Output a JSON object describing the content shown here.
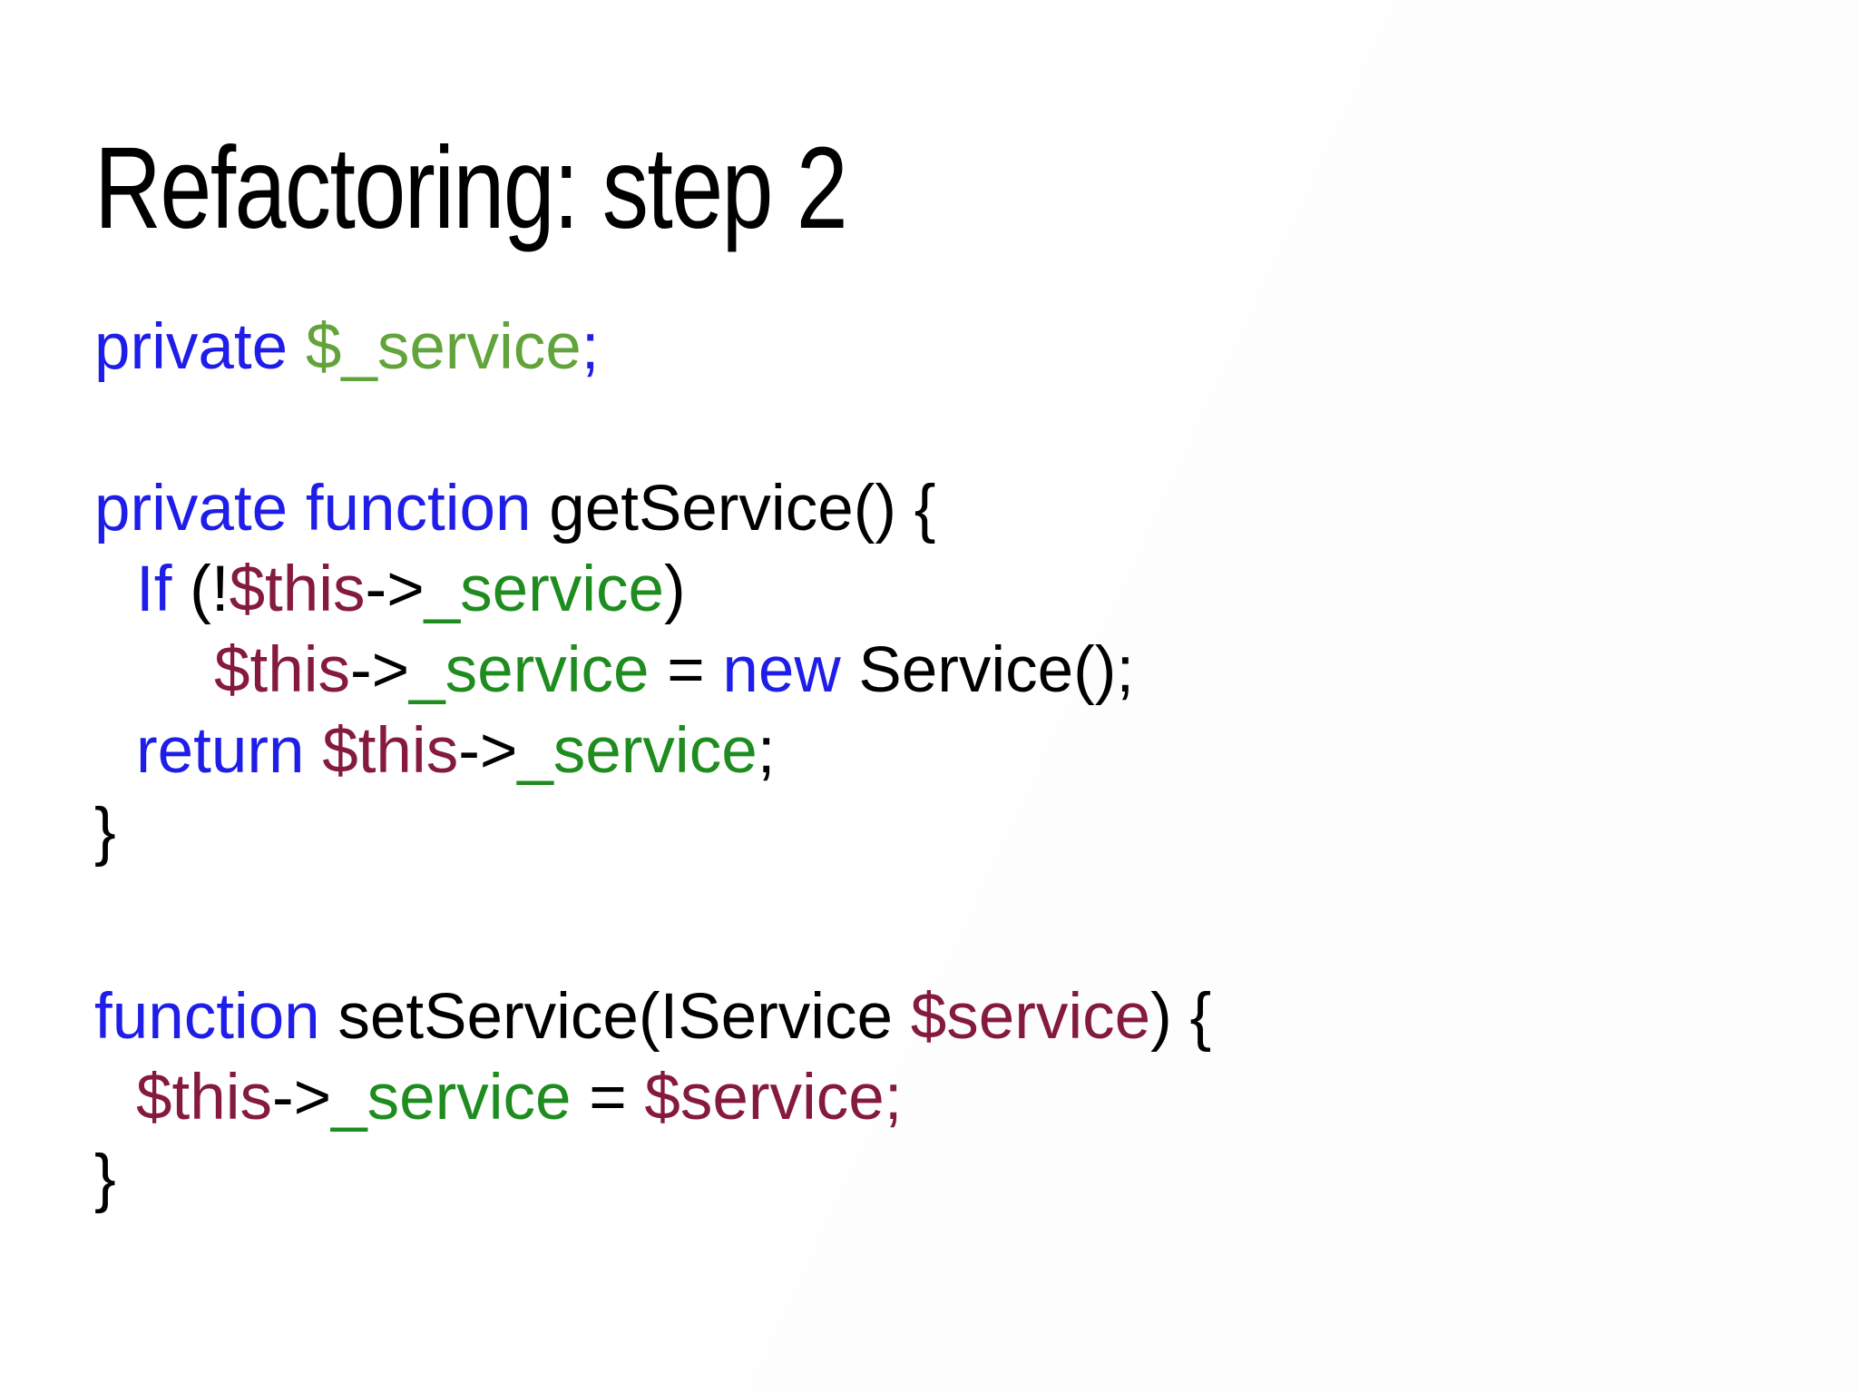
{
  "slide": {
    "title": "Refactoring: step 2"
  },
  "palette": {
    "blue": "#1f1de8",
    "green_light": "#62a43c",
    "green": "#1e8c1e",
    "maroon": "#851b3c",
    "black": "#000000"
  },
  "code": {
    "language": "php",
    "lines": [
      {
        "indent": 0,
        "segments": [
          {
            "t": "private ",
            "c": "blue"
          },
          {
            "t": "$_service",
            "c": "green_light"
          },
          {
            "t": ";",
            "c": "blue"
          }
        ]
      },
      {
        "blank": true
      },
      {
        "indent": 0,
        "segments": [
          {
            "t": "private function",
            "c": "blue"
          },
          {
            "t": " getService() {",
            "c": "black"
          }
        ]
      },
      {
        "indent": 1,
        "segments": [
          {
            "t": "If",
            "c": "blue"
          },
          {
            "t": " (!",
            "c": "black"
          },
          {
            "t": "$this",
            "c": "maroon"
          },
          {
            "t": "->",
            "c": "black"
          },
          {
            "t": "_service",
            "c": "green"
          },
          {
            "t": ")",
            "c": "black"
          }
        ]
      },
      {
        "indent": 2,
        "segments": [
          {
            "t": "$this",
            "c": "maroon"
          },
          {
            "t": "->",
            "c": "black"
          },
          {
            "t": "_service",
            "c": "green"
          },
          {
            "t": " = ",
            "c": "black"
          },
          {
            "t": "new",
            "c": "blue"
          },
          {
            "t": " Service();",
            "c": "black"
          }
        ]
      },
      {
        "indent": 1,
        "segments": [
          {
            "t": "return",
            "c": "blue"
          },
          {
            "t": " ",
            "c": "black"
          },
          {
            "t": "$this",
            "c": "maroon"
          },
          {
            "t": "->",
            "c": "black"
          },
          {
            "t": "_service",
            "c": "green"
          },
          {
            "t": ";",
            "c": "black"
          }
        ]
      },
      {
        "indent": 0,
        "segments": [
          {
            "t": "}",
            "c": "black"
          }
        ]
      },
      {
        "blank": true
      },
      {
        "indent": 0,
        "extra_space": true,
        "segments": [
          {
            "t": "function",
            "c": "blue"
          },
          {
            "t": " setService(IService ",
            "c": "black"
          },
          {
            "t": "$service",
            "c": "maroon"
          },
          {
            "t": ") {",
            "c": "black"
          }
        ]
      },
      {
        "indent": 1,
        "segments": [
          {
            "t": "$this",
            "c": "maroon"
          },
          {
            "t": "->",
            "c": "black"
          },
          {
            "t": "_service",
            "c": "green"
          },
          {
            "t": " = ",
            "c": "black"
          },
          {
            "t": "$service;",
            "c": "maroon"
          }
        ]
      },
      {
        "indent": 0,
        "segments": [
          {
            "t": "}",
            "c": "black"
          }
        ]
      }
    ]
  }
}
